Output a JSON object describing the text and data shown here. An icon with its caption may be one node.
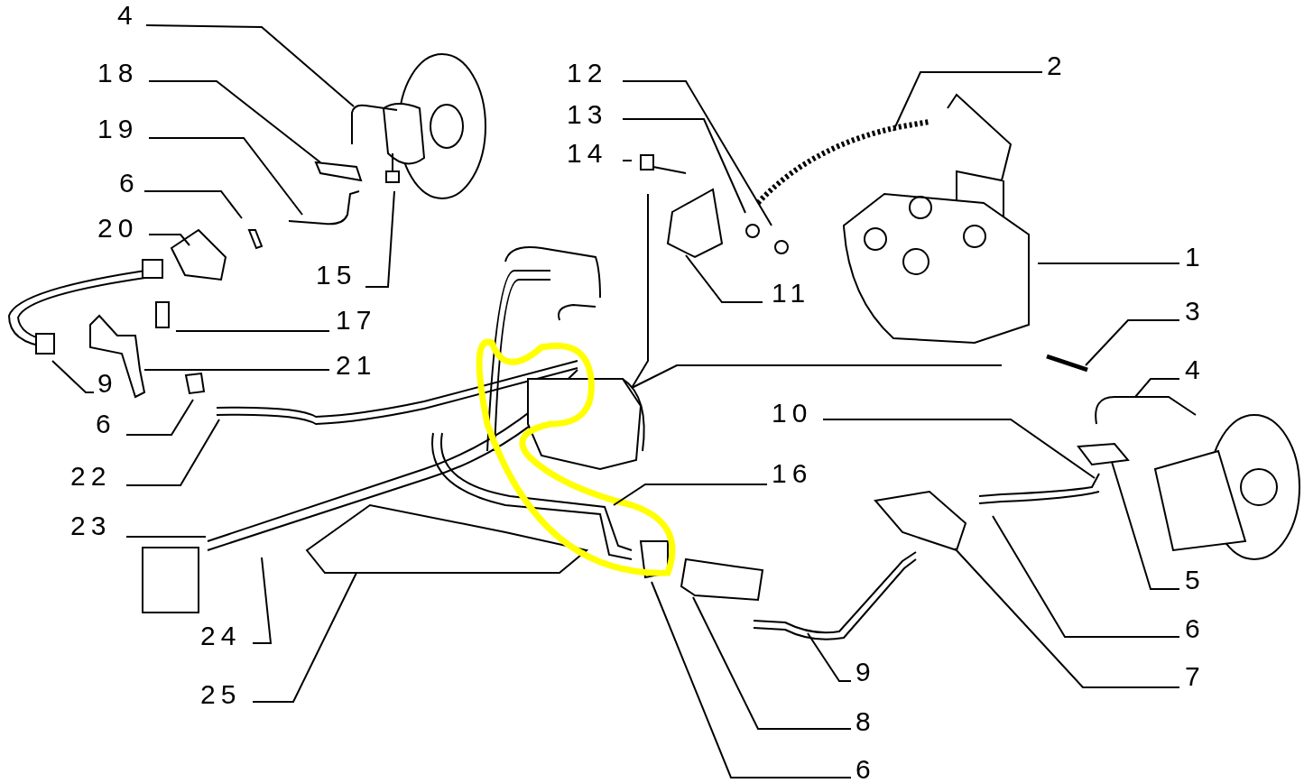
{
  "diagram": {
    "nodes": [
      {
        "text": [
          "4"
        ]
      },
      {
        "text": [
          "2"
        ]
      },
      {
        "text": [
          "18"
        ]
      },
      {
        "text": [
          "12"
        ]
      },
      {
        "text": [
          "13"
        ]
      },
      {
        "text": [
          "19"
        ]
      },
      {
        "text": [
          "14"
        ]
      },
      {
        "text": [
          "6"
        ]
      },
      {
        "text": [
          "20"
        ]
      },
      {
        "text": [
          "1"
        ]
      },
      {
        "text": [
          "15"
        ]
      },
      {
        "text": [
          "11"
        ]
      },
      {
        "text": [
          "3"
        ]
      },
      {
        "text": [
          "17"
        ]
      },
      {
        "text": [
          "21"
        ]
      },
      {
        "text": [
          "4"
        ]
      },
      {
        "text": [
          "9"
        ]
      },
      {
        "text": [
          "10"
        ]
      },
      {
        "text": [
          "6"
        ]
      },
      {
        "text": [
          "16"
        ]
      },
      {
        "text": [
          "22"
        ]
      },
      {
        "text": [
          "23"
        ]
      },
      {
        "text": [
          "5"
        ]
      },
      {
        "text": [
          "6"
        ]
      },
      {
        "text": [
          "24"
        ]
      },
      {
        "text": [
          "9"
        ]
      },
      {
        "text": [
          "7"
        ]
      },
      {
        "text": [
          "25"
        ]
      },
      {
        "text": [
          "8"
        ]
      },
      {
        "text": [
          "6"
        ]
      }
    ],
    "edges": [
      {
        "from": 0,
        "to": null,
        "arrow": "none"
      },
      {
        "from": 1,
        "to": null,
        "arrow": "none"
      },
      {
        "from": 2,
        "to": null,
        "arrow": "none"
      },
      {
        "from": 3,
        "to": null,
        "arrow": "none"
      },
      {
        "from": 4,
        "to": null,
        "arrow": "none"
      },
      {
        "from": 5,
        "to": null,
        "arrow": "none"
      },
      {
        "from": 6,
        "to": null,
        "arrow": "none"
      },
      {
        "from": 7,
        "to": null,
        "arrow": "none"
      },
      {
        "from": 8,
        "to": null,
        "arrow": "none"
      },
      {
        "from": 9,
        "to": null,
        "arrow": "none"
      },
      {
        "from": 10,
        "to": null,
        "arrow": "none"
      },
      {
        "from": 11,
        "to": null,
        "arrow": "none"
      },
      {
        "from": 12,
        "to": null,
        "arrow": "none"
      },
      {
        "from": 13,
        "to": null,
        "arrow": "none"
      },
      {
        "from": 14,
        "to": null,
        "arrow": "none"
      },
      {
        "from": 15,
        "to": null,
        "arrow": "none"
      },
      {
        "from": 16,
        "to": null,
        "arrow": "none"
      },
      {
        "from": 17,
        "to": null,
        "arrow": "none"
      },
      {
        "from": 18,
        "to": null,
        "arrow": "none"
      },
      {
        "from": 19,
        "to": null,
        "arrow": "none"
      },
      {
        "from": 20,
        "to": null,
        "arrow": "none"
      },
      {
        "from": 21,
        "to": null,
        "arrow": "none"
      },
      {
        "from": 22,
        "to": null,
        "arrow": "none"
      },
      {
        "from": 23,
        "to": null,
        "arrow": "none"
      },
      {
        "from": 24,
        "to": null,
        "arrow": "none"
      },
      {
        "from": 25,
        "to": null,
        "arrow": "none"
      },
      {
        "from": 26,
        "to": null,
        "arrow": "none"
      },
      {
        "from": 27,
        "to": null,
        "arrow": "none"
      },
      {
        "from": 28,
        "to": null,
        "arrow": "none"
      },
      {
        "from": 29,
        "to": null,
        "arrow": "none"
      }
    ]
  }
}
